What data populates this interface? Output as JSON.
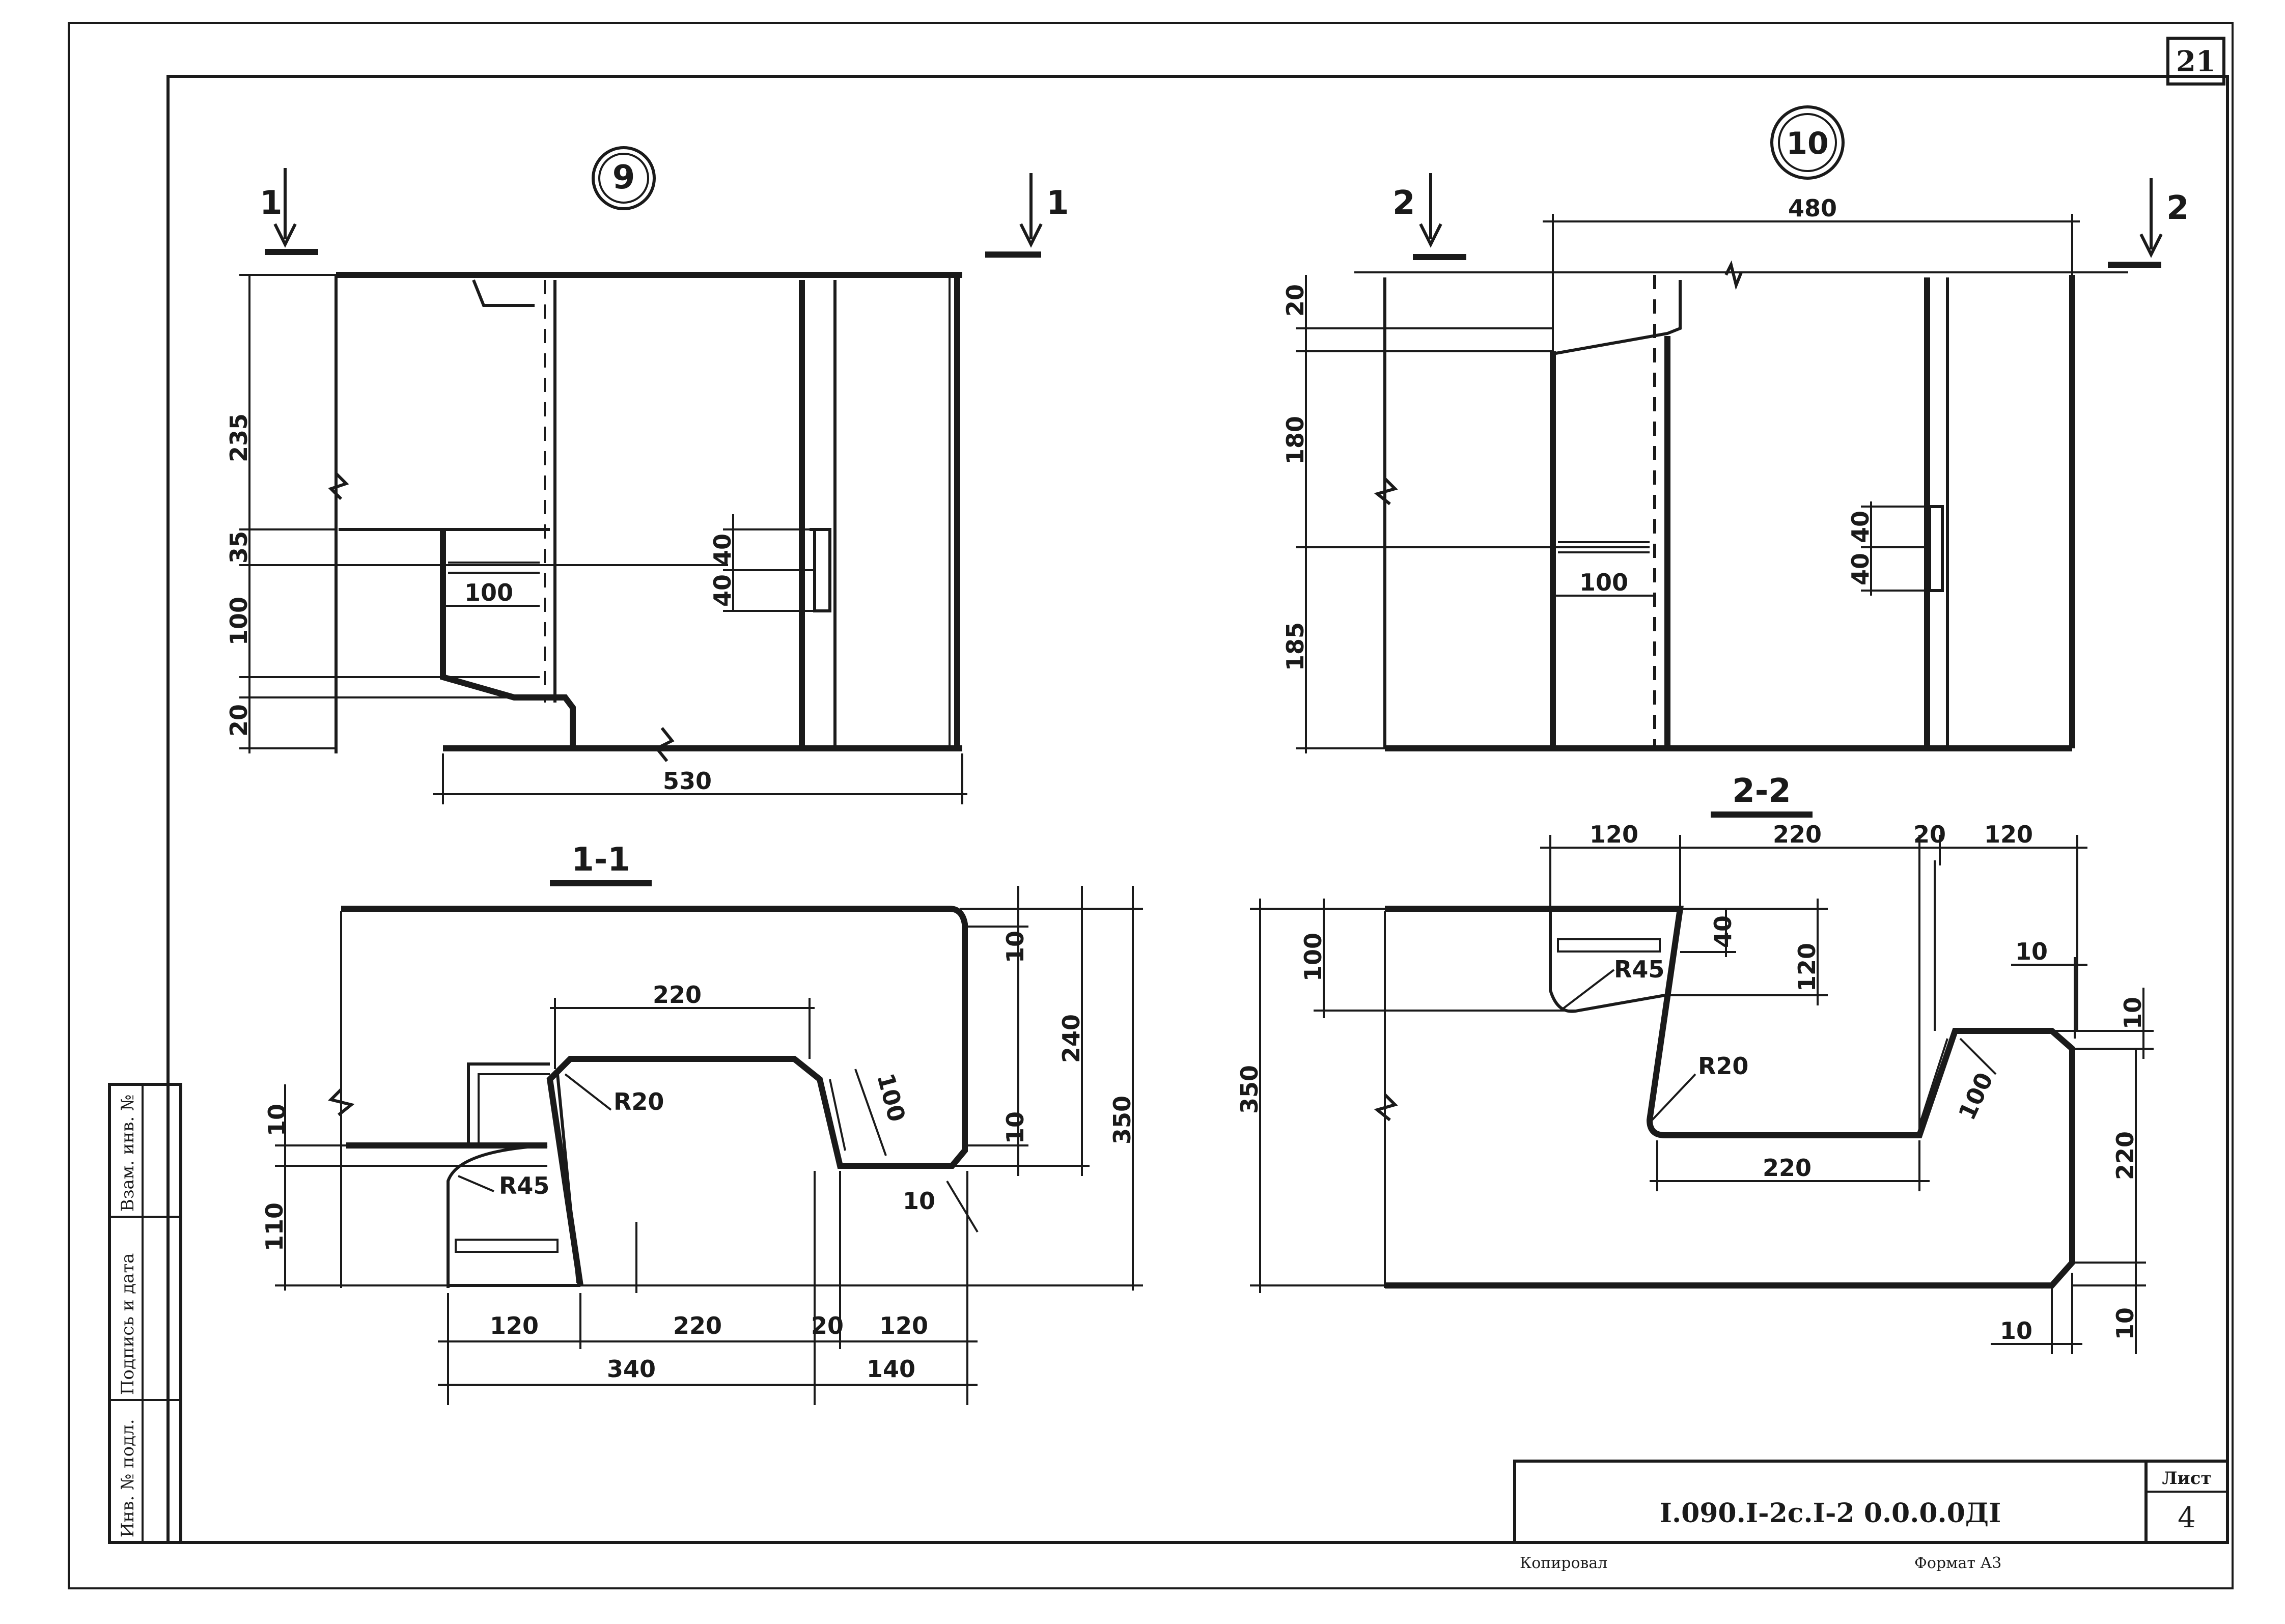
{
  "sheet": {
    "page_number": "21",
    "stamp_code": "I.090.I-2c.I-2 0.0.0.0ДI",
    "sheet_label": "Лист",
    "sheet_number": "4",
    "copied_label": "Копировал",
    "format_label": "Формат А3"
  },
  "side_stamp": {
    "inv_no": "Инв. № подл.",
    "signature_date": "Подпись и дата",
    "replace_inv": "Взам. инв. №"
  },
  "node9": {
    "number": "9",
    "cut_mark_left": "1",
    "cut_mark_right": "1",
    "dims": {
      "d235": "235",
      "d35": "35",
      "d100": "100",
      "d20": "20",
      "d40a": "40",
      "d40b": "40",
      "d100h": "100",
      "d530": "530"
    }
  },
  "node10": {
    "number": "10",
    "cut_mark_left": "2",
    "cut_mark_right": "2",
    "dims": {
      "d480": "480",
      "d20": "20",
      "d180": "180",
      "d185": "185",
      "d100h": "100",
      "d40a": "40",
      "d40b": "40"
    }
  },
  "section11": {
    "title": "1-1",
    "dims": {
      "d220top": "220",
      "r20": "R20",
      "r45": "R45",
      "d100": "100",
      "d10a": "10",
      "d240": "240",
      "d350": "350",
      "d10b": "10",
      "d10c": "10",
      "d10left": "10",
      "d110": "110",
      "d120": "120",
      "d220b": "220",
      "d20": "20",
      "d120b": "120",
      "d340": "340",
      "d140": "140"
    }
  },
  "section22": {
    "title": "2-2",
    "dims": {
      "d120a": "120",
      "d220a": "220",
      "d20": "20",
      "d120b": "120",
      "d100v": "100",
      "d40": "40",
      "r45": "R45",
      "d120v": "120",
      "r20": "R20",
      "d10a": "10",
      "d10b": "10",
      "d350": "350",
      "d100d": "100",
      "d220v": "220",
      "d220b": "220",
      "d10c": "10",
      "d10d": "10"
    }
  }
}
